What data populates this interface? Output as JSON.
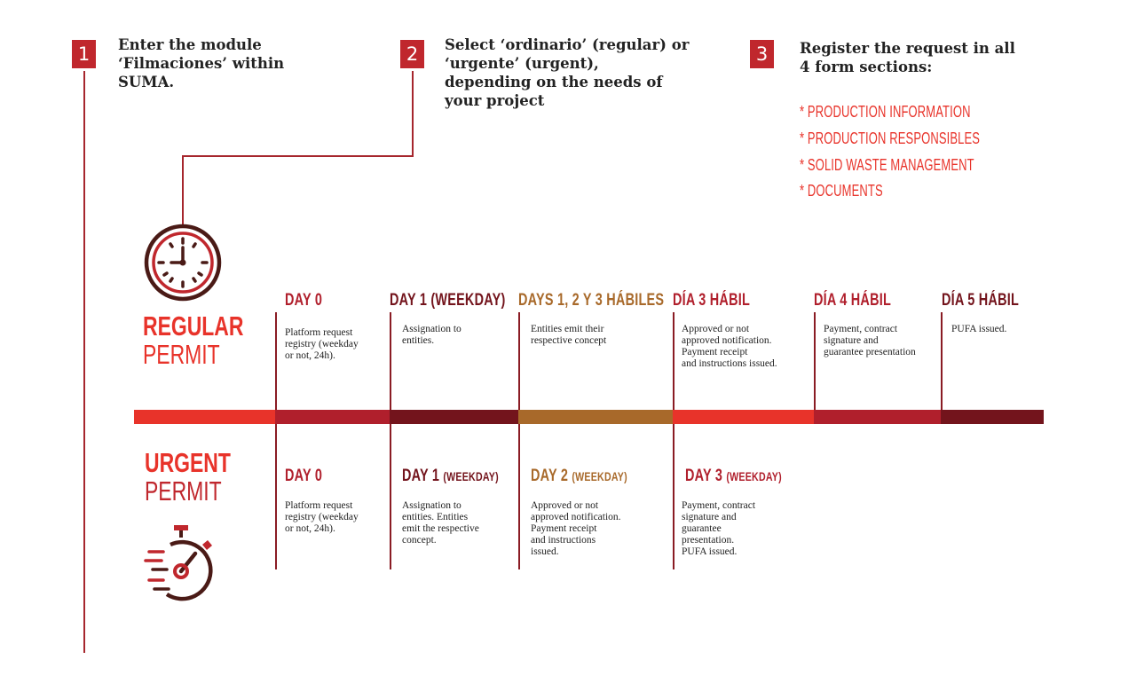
{
  "steps": [
    {
      "num": "1",
      "line1": "Enter the module",
      "line2": "‘Filmaciones’ within",
      "line3": "SUMA."
    },
    {
      "num": "2",
      "line1": "Select ‘ordinario’ (regular) or",
      "line2": "‘urgente’ (urgent),",
      "line3": "depending on the needs of",
      "line4": "your project"
    },
    {
      "num": "3",
      "line1": "Register the request in all",
      "line2": "4 form sections:"
    }
  ],
  "sections": [
    "* PRODUCTION INFORMATION",
    "* PRODUCTION RESPONSIBLES",
    "* SOLID WASTE MANAGEMENT",
    "* DOCUMENTS"
  ],
  "regular": {
    "title_bold": "REGULAR",
    "title_light": "PERMIT",
    "days": [
      {
        "label": "DAY 0",
        "desc": [
          "Platform request",
          "registry (weekday",
          "or not, 24h)."
        ]
      },
      {
        "label": "DAY 1 (WEEKDAY)",
        "desc": [
          "Assignation to",
          "entities."
        ]
      },
      {
        "label": "DAYS 1, 2 Y 3 HÁBILES",
        "desc": [
          "Entities emit their",
          "respective concept"
        ]
      },
      {
        "label": "DÍA 3 HÁBIL",
        "desc": [
          "Approved or not",
          "approved notification.",
          "Payment receipt",
          "and instructions issued."
        ]
      },
      {
        "label": "DÍA 4 HÁBIL",
        "desc": [
          "Payment, contract",
          "signature and",
          "guarantee presentation"
        ]
      },
      {
        "label": "DÍA 5 HÁBIL",
        "desc": [
          "PUFA issued."
        ]
      }
    ]
  },
  "urgent": {
    "title_bold": "URGENT",
    "title_light": "PERMIT",
    "days": [
      {
        "label": "DAY 0",
        "sub": "",
        "desc": [
          "Platform request",
          "registry (weekday",
          "or not, 24h)."
        ]
      },
      {
        "label": "DAY 1",
        "sub": "(WEEKDAY)",
        "desc": [
          "Assignation to",
          "entities. Entities",
          "emit the respective",
          "concept."
        ]
      },
      {
        "label": "DAY 2",
        "sub": "(WEEKDAY)",
        "desc": [
          "Approved or not",
          "approved notification.",
          "Payment receipt",
          "and instructions",
          "issued."
        ]
      },
      {
        "label": "DAY 3",
        "sub": "(WEEKDAY)",
        "desc": [
          "Payment, contract",
          "signature and",
          "guarantee",
          "presentation.",
          "PUFA issued."
        ]
      }
    ]
  },
  "colors": {
    "red": "#e8332a",
    "badge": "#c0272d",
    "crimson": "#b01f2c",
    "maroon": "#73141c",
    "bronze": "#a8692a",
    "line": "#a6262d"
  }
}
